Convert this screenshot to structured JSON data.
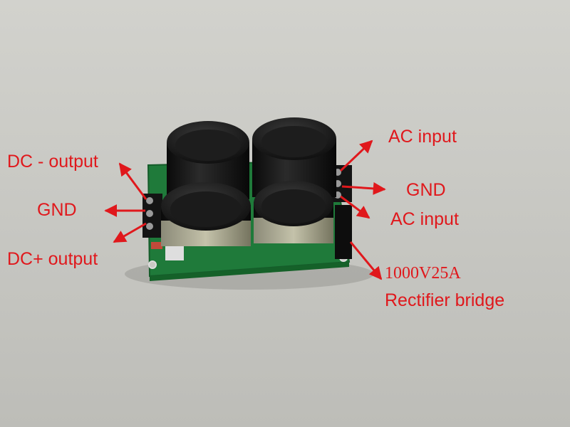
{
  "photo": {
    "subject": "power-supply-filter-board",
    "colors": {
      "annotation": "#e0181c",
      "background": "#c9c9c4",
      "pcb": "#1f7a3a",
      "capacitor": "#121212",
      "terminal": "#1a1a1a"
    },
    "labels": {
      "dc_minus_output": "DC - output",
      "gnd_left": "GND",
      "dc_plus_output": "DC+ output",
      "ac_input_top": "AC input",
      "gnd_right": "GND",
      "ac_input_bottom": "AC input",
      "bridge_rating": "1000V25A",
      "bridge_name": "Rectifier bridge"
    }
  }
}
